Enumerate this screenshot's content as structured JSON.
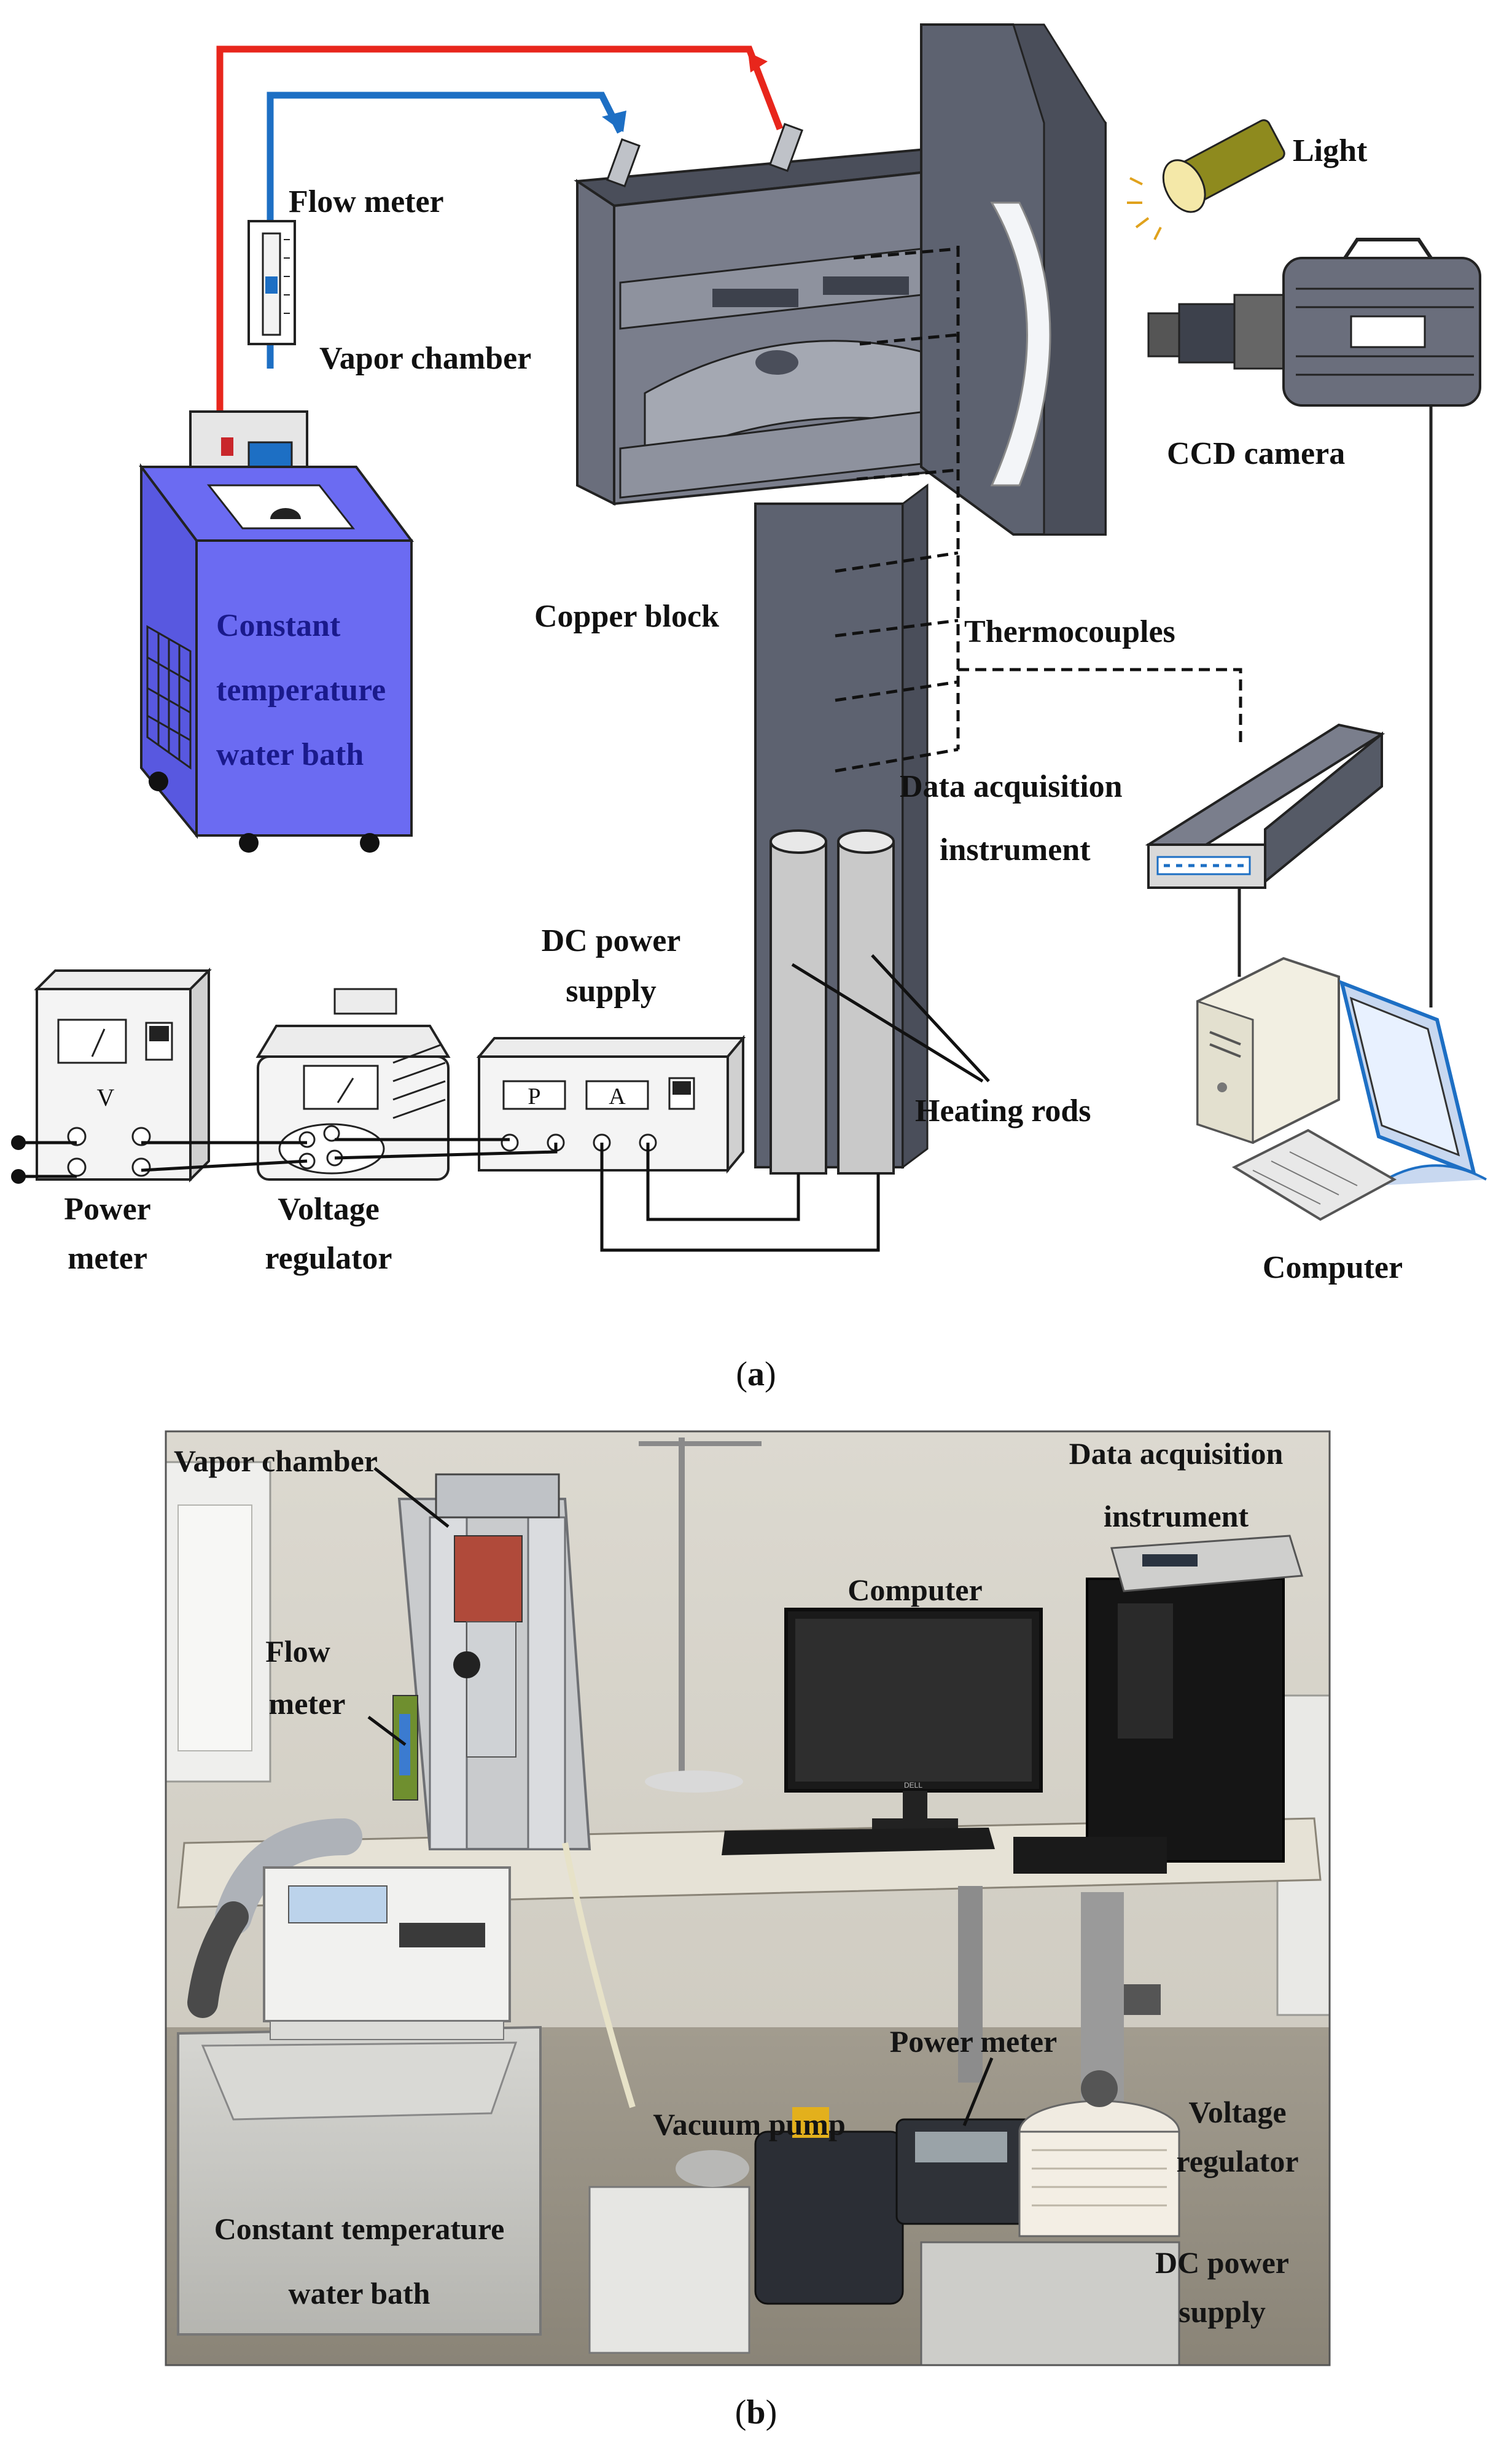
{
  "panel_a": {
    "labels": {
      "flow_meter": "Flow meter",
      "vapor_chamber": "Vapor chamber",
      "light": "Light",
      "ccd_camera": "CCD camera",
      "water_bath_1": "Constant",
      "water_bath_2": "temperature",
      "water_bath_3": "water bath",
      "copper_block": "Copper block",
      "thermocouples": "Thermocouples",
      "daq_1": "Data acquisition",
      "daq_2": "instrument",
      "dc_1": "DC power",
      "dc_2": "supply",
      "heating_rods": "Heating rods",
      "power_meter_1": "Power",
      "power_meter_2": "meter",
      "voltage_reg_1": "Voltage",
      "voltage_reg_2": "regulator",
      "computer": "Computer",
      "meter_v": "V",
      "dc_p": "P",
      "dc_a": "A"
    },
    "caption_open": "(",
    "caption_letter": "a",
    "caption_close": ")"
  },
  "panel_b": {
    "labels": {
      "vapor_chamber": "Vapor chamber",
      "daq_1": "Data acquisition",
      "daq_2": "instrument",
      "computer": "Computer",
      "flow_1": "Flow",
      "flow_2": "meter",
      "power_meter": "Power meter",
      "vacuum_pump": "Vacuum pump",
      "voltage_1": "Voltage",
      "voltage_2": "regulator",
      "bath_1": "Constant temperature",
      "bath_2": "water bath",
      "dc_1": "DC power",
      "dc_2": "supply",
      "monitor_brand": "DELL"
    },
    "caption_open": "(",
    "caption_letter": "b",
    "caption_close": ")"
  },
  "colors": {
    "hot_line": "#e8261c",
    "cold_line": "#1d6fc4",
    "water_bath": "#6b6bf2",
    "metal": "#5d6270"
  }
}
